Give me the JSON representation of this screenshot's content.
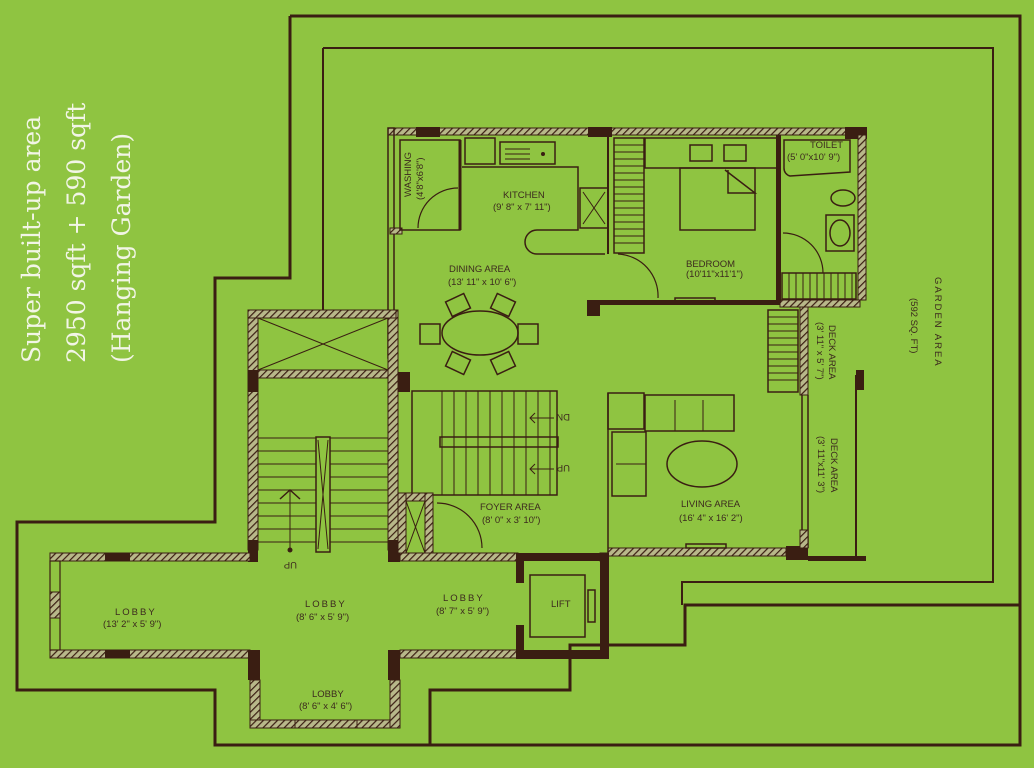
{
  "title": {
    "line1": "Super built-up area",
    "line2": "2950 sqft + 590 sqft",
    "line3": "(Hanging Garden)"
  },
  "rooms": {
    "washing": {
      "name": "WASHING",
      "size": "(4'8\"x6'8\")"
    },
    "kitchen": {
      "name": "KITCHEN",
      "size": "(9' 8\" x 7' 11\")"
    },
    "dining": {
      "name": "DINING AREA",
      "size": "(13' 11\" x 10' 6\")"
    },
    "bedroom": {
      "name": "BEDROOM",
      "size": "(10'11\"x11'1\")"
    },
    "toilet": {
      "name": "TOILET",
      "size": "(5' 0\"x10' 9\")"
    },
    "deck1": {
      "name": "DECK AREA",
      "size": "(3' 11\" x 5' 7\")"
    },
    "deck2": {
      "name": "DECK AREA",
      "size": "(3' 11\"x11' 3\")"
    },
    "garden": {
      "name": "GARDEN AREA",
      "size": "(592 SQ. FT)"
    },
    "living": {
      "name": "LIVING AREA",
      "size": "(16' 4\" x 16' 2\")"
    },
    "foyer": {
      "name": "FOYER AREA",
      "size": "(8' 0\" x 3' 10\")"
    },
    "lobby_west": {
      "name": "LOBBY",
      "size": "(13' 2\" x 5' 9\")"
    },
    "lobby_center": {
      "name": "LOBBY",
      "size": "(8' 6\" x 5' 9\")"
    },
    "lobby_east": {
      "name": "LOBBY",
      "size": "(8' 7\" x 5' 9\")"
    },
    "lobby_south": {
      "name": "LOBBY",
      "size": "(8' 6\" x 4' 6\")"
    },
    "lift": {
      "name": "LIFT"
    }
  },
  "stairs": {
    "main_up": "UP",
    "inner_dn": "DN",
    "inner_up": "UP"
  },
  "colors": {
    "background": "#8fc441",
    "walls": "#3a1e12",
    "label_text": "#3c2a1e",
    "title_text": "#f2f5e6"
  }
}
